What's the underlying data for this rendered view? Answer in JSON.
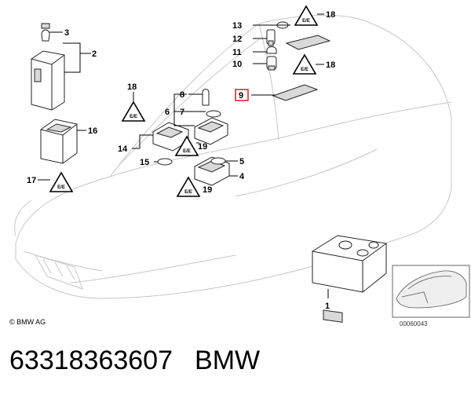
{
  "diagram": {
    "callouts": [
      "1",
      "2",
      "3",
      "4",
      "5",
      "6",
      "7",
      "8",
      "9",
      "10",
      "11",
      "12",
      "13",
      "14",
      "15",
      "16",
      "17",
      "18",
      "19"
    ],
    "highlighted_callout": "9",
    "warning_symbol_text": "E/E",
    "copyright": "© BMW AG",
    "reference_code": "00060043"
  },
  "footer": {
    "part_number": "63318363607",
    "brand": "BMW"
  },
  "colors": {
    "highlight_box": "#d0212b",
    "car_outline": "#c7c7c7",
    "part_outline": "#222222"
  }
}
